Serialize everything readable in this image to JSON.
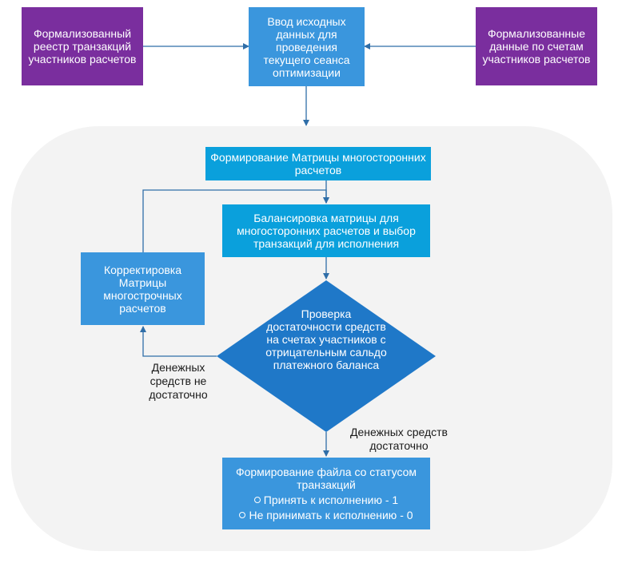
{
  "nodes": {
    "registry": "Формализованный реестр транзакций участников расчетов",
    "input": "Ввод исходных данных для проведения текущего сеанса оптимизации",
    "accounts": "Формализованные данные по счетам участников расчетов",
    "matrix_formation": "Формирование Матрицы многосторонних расчетов",
    "balancing": "Балансировка матрицы для многосторонних расчетов и выбор транзакций для исполнения",
    "correction": "Корректировка Матрицы многострочных расчетов",
    "check": "Проверка достаточности средств на счетах участников с отрицательным сальдо платежного баланса",
    "file": {
      "title": "Формирование файла со статусом транзакций",
      "items": [
        "Принять к исполнению - 1",
        "Не принимать к исполнению - 0"
      ]
    }
  },
  "edges": {
    "insufficient": "Денежных средств не достаточно",
    "sufficient": "Денежных средств достаточно"
  },
  "colors": {
    "purple": "#7a2e9e",
    "blue": "#3a96dd",
    "cyan": "#0aa0dc",
    "diamond": "#1f78c8",
    "line": "#2f6ea8",
    "background": "#f3f3f3"
  }
}
